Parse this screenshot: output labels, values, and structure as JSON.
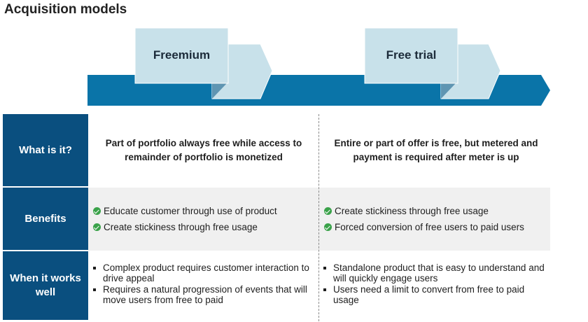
{
  "title": "Acquisition models",
  "models": [
    {
      "name": "Freemium"
    },
    {
      "name": "Free trial"
    }
  ],
  "rows": [
    {
      "label": "What is it?",
      "freemium": "Part of portfolio always free while access to remainder of portfolio is monetized",
      "free_trial": "Entire or part of offer is free, but metered and payment is required after meter is up"
    },
    {
      "label": "Benefits",
      "freemium": [
        "Educate customer through use of product",
        "Create stickiness through free usage"
      ],
      "free_trial": [
        "Create stickiness through free usage",
        "Forced conversion of free users to paid users"
      ]
    },
    {
      "label": "When it works well",
      "freemium": [
        "Complex product requires customer interaction to drive appeal",
        "Requires a natural progression of events that will move users from free to paid"
      ],
      "free_trial": [
        "Standalone product that is easy to understand and will quickly engage users",
        "Users need a limit to convert from free to paid usage"
      ]
    }
  ],
  "colors": {
    "arrow_blue": "#0a74a8",
    "header_dark": "#0a4f7f",
    "tab_light": "#c8e1ea",
    "tab_shadow": "#5f95b2",
    "check_green": "#3aa24a",
    "band_gray": "#f0f0f0"
  }
}
